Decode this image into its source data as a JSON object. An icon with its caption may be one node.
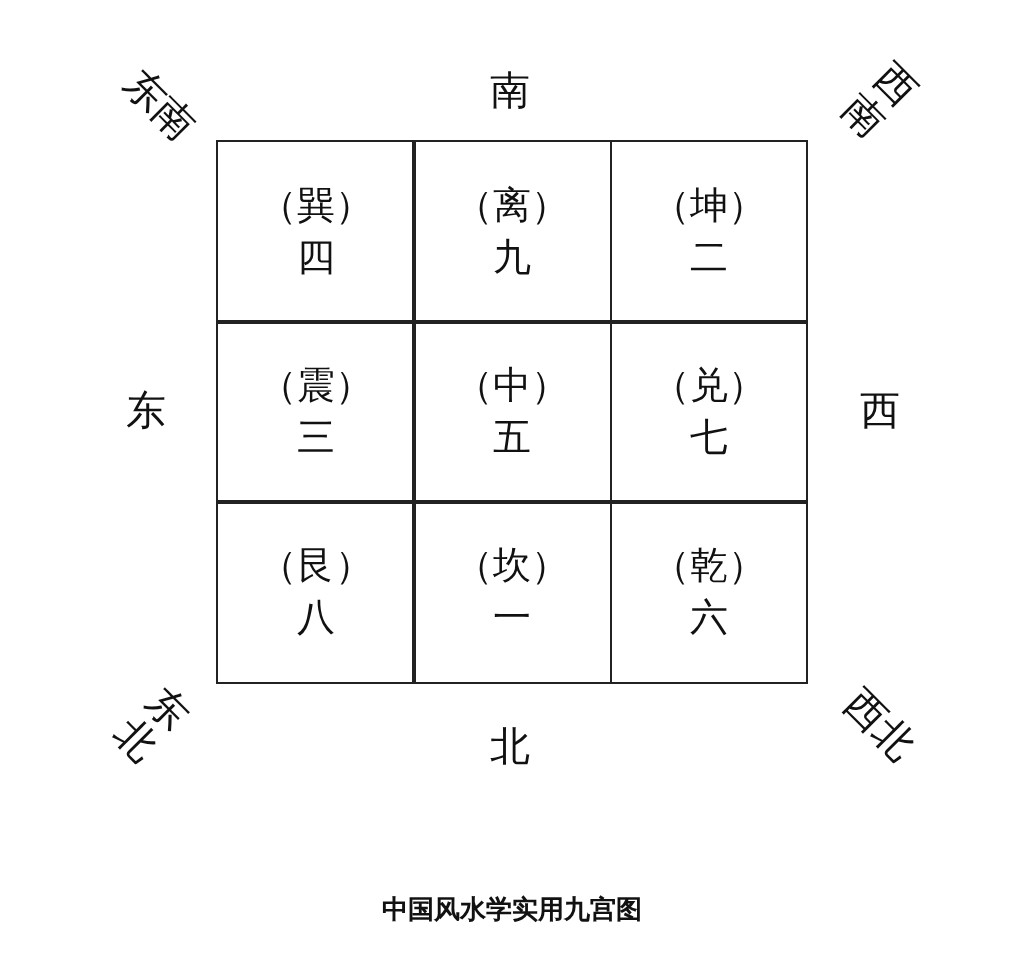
{
  "diagram": {
    "caption": "中国风水学实用九宫图",
    "nodes": [
      {
        "text": [
          "（巽）",
          "四"
        ]
      },
      {
        "text": [
          "（离）",
          "九"
        ]
      },
      {
        "text": [
          "（坤）",
          "二"
        ]
      },
      {
        "text": [
          "（震）",
          "三"
        ]
      },
      {
        "text": [
          "（中）",
          "五"
        ]
      },
      {
        "text": [
          "（兑）",
          "七"
        ]
      },
      {
        "text": [
          "（艮）",
          "八"
        ]
      },
      {
        "text": [
          "（坎）",
          "一"
        ]
      },
      {
        "text": [
          "（乾）",
          "六"
        ]
      }
    ],
    "labels": [
      "东南",
      "南",
      "西南",
      "东",
      "西",
      "东北",
      "北",
      "西北"
    ]
  }
}
